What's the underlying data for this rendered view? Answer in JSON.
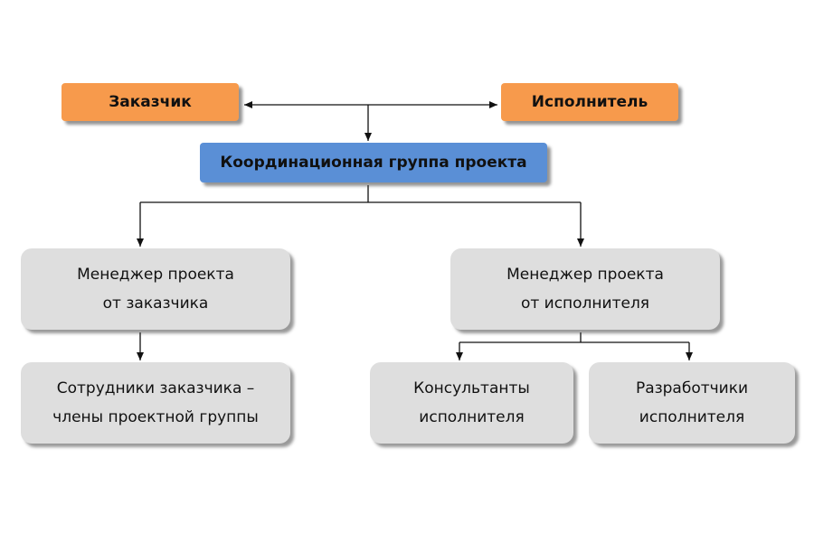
{
  "diagram": {
    "customer": "Заказчик",
    "contractor": "Исполнитель",
    "coordination_group": "Координационная группа проекта",
    "pm_customer": {
      "line1": "Менеджер проекта",
      "line2": "от заказчика"
    },
    "pm_contractor": {
      "line1": "Менеджер проекта",
      "line2": "от исполнителя"
    },
    "customer_staff": {
      "line1": "Сотрудники заказчика –",
      "line2": "члены проектной группы"
    },
    "consultants": {
      "line1": "Консультанты",
      "line2": "исполнителя"
    },
    "developers": {
      "line1": "Разработчики",
      "line2": "исполнителя"
    }
  },
  "colors": {
    "top_boxes": "#f79a4c",
    "coordination_box": "#5a8fd6",
    "lower_boxes": "#dedede",
    "connectors": "#111111"
  }
}
